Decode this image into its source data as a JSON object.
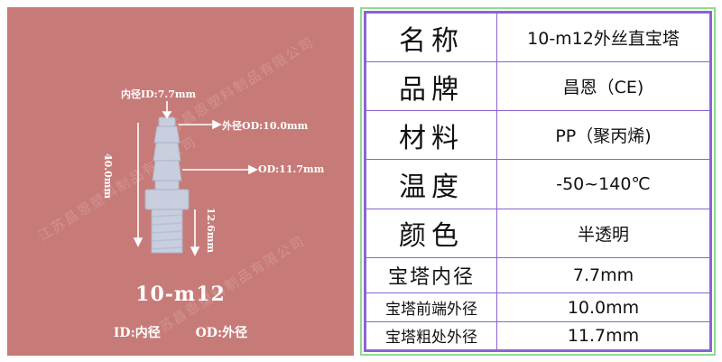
{
  "diagram": {
    "id_label": "内径ID:7.7mm",
    "od_front_label": "外径OD:10.0mm",
    "od_rough_label": "OD:11.7mm",
    "length_label": "40.0mm",
    "thread_label": "12.6mm",
    "model": "10-m12",
    "legend_id": "ID:内径",
    "legend_od": "OD:外径",
    "watermark": "江苏昌恩塑料制品有限公司",
    "panel_color": "#c77b78",
    "part_color": "#c9d6e6"
  },
  "specs": [
    {
      "key": "名称",
      "value": "10-m12外丝直宝塔"
    },
    {
      "key": "品牌",
      "value": "昌恩（CE)"
    },
    {
      "key": "材料",
      "value": "PP（聚丙烯)"
    },
    {
      "key": "温度",
      "value": "-50~140℃"
    },
    {
      "key": "颜色",
      "value": "半透明"
    },
    {
      "key": "宝塔内径",
      "value": "7.7mm"
    },
    {
      "key": "宝塔前端外径",
      "value": "10.0mm"
    },
    {
      "key": "宝塔粗处外径",
      "value": "11.7mm"
    }
  ],
  "colors": {
    "grid": "#8a63d2",
    "outer_border": "#8fdc8f"
  }
}
